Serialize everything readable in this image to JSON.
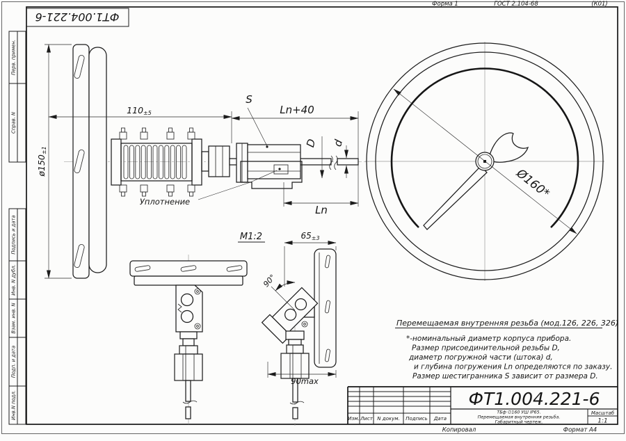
{
  "frame": {
    "form": "Форма 1",
    "gost": "ГОСТ 2.104-68",
    "code": "(К01)",
    "stamp": "ФТ1.004.221-6",
    "side_labels": [
      "Перв. примен.",
      "Справ. N",
      "Подпись и дата",
      "Инв. N дубл.",
      "Взам. инв. N",
      "Подп. и дата",
      "Инв.N подл."
    ],
    "copied": "Копировал",
    "format": "Формат А4"
  },
  "dims": {
    "width": "110",
    "width_tol": "±5",
    "dia": "ø150",
    "dia_tol": "±1",
    "hex": "S",
    "ln_plus": "Ln+40",
    "thread": "D",
    "stem_d": "d",
    "ln": "Ln",
    "seal": "Уплотнение",
    "dial_dia": "Ø160*",
    "scale_view": "М1:2",
    "side_width": "65",
    "side_width_tol": "±3",
    "angle": "90°",
    "depth_max": "90max"
  },
  "notes": {
    "title": "Перемещаемая внутренняя резьба (мод.126, 226, 326)",
    "lines": [
      "*-номинальный диаметр корпуса прибора.",
      "Размер присоединительной резьбы D,",
      "диаметр погружной части (штока) d,",
      "и глубина погружения Ln определяются по заказу.",
      "Размер шестигранника S зависит от размера D."
    ]
  },
  "title_block": {
    "doc_number": "ФТ1.004.221-6",
    "desc": [
      "ТБф ∅160 УШ IP65.",
      "Перемещаемая внутренняя резьба.",
      "Габаритный чертеж."
    ],
    "scale_label": "Масштаб",
    "scale": "1:1",
    "cols": [
      "Изм.",
      "Лист",
      "N докум.",
      "Подпись",
      "Дата"
    ]
  }
}
